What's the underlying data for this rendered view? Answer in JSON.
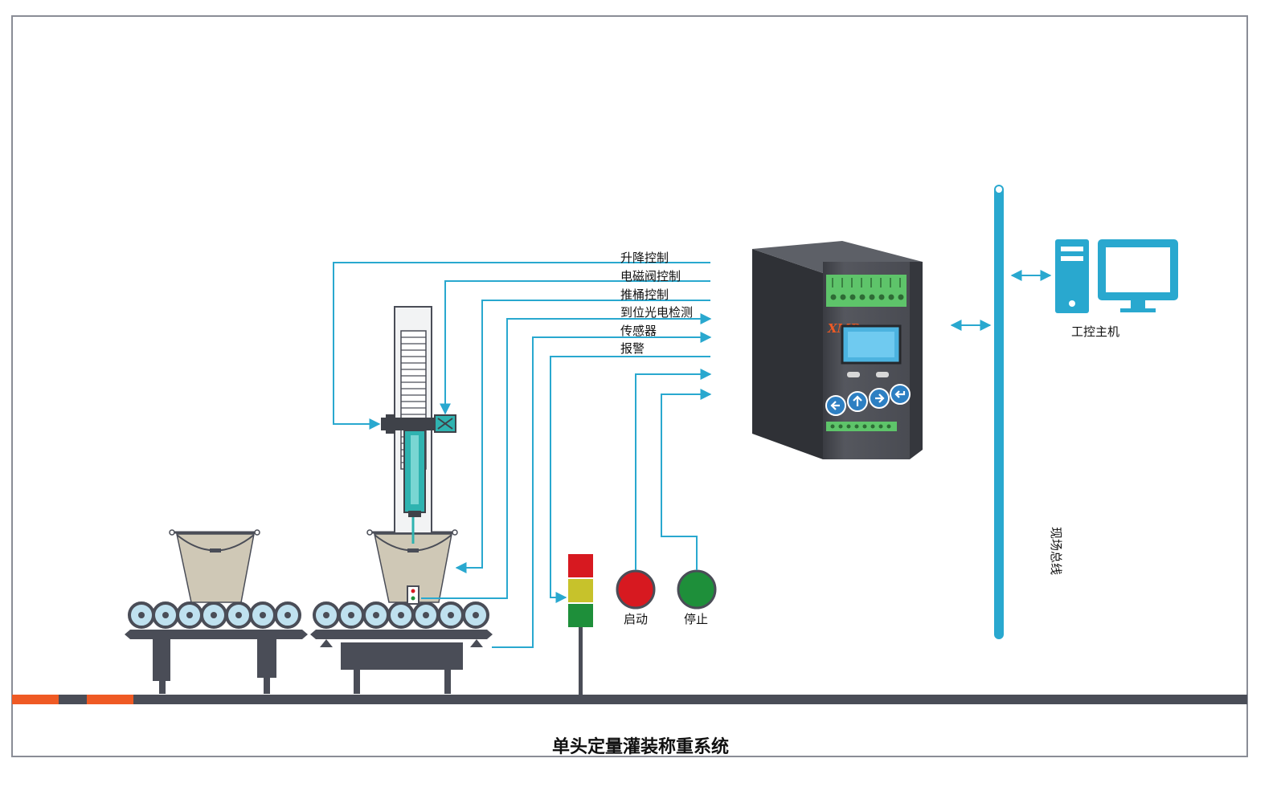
{
  "title": "单头定量灌装称重系统",
  "signals": {
    "lift": "升降控制",
    "valve": "电磁阀控制",
    "push": "推桶控制",
    "photo": "到位光电检测",
    "sensor": "传感器",
    "alarm": "报警"
  },
  "buttons": {
    "start": "启动",
    "stop": "停止"
  },
  "bus_label": "现场总线",
  "host_label": "工控主机",
  "device_logo": "XMP",
  "colors": {
    "line": "#29a8cf",
    "frame": "#8a8d96",
    "ground": "#4a4d57",
    "accent": "#ef5a24",
    "bucket": "#cfc8b6",
    "roller": "#bfe1ef",
    "dark": "#4a4d57",
    "start": "#d71920",
    "stop": "#1e8f3a",
    "light_red": "#d71920",
    "light_yellow": "#c7c22b",
    "light_green": "#1e8f3a"
  }
}
